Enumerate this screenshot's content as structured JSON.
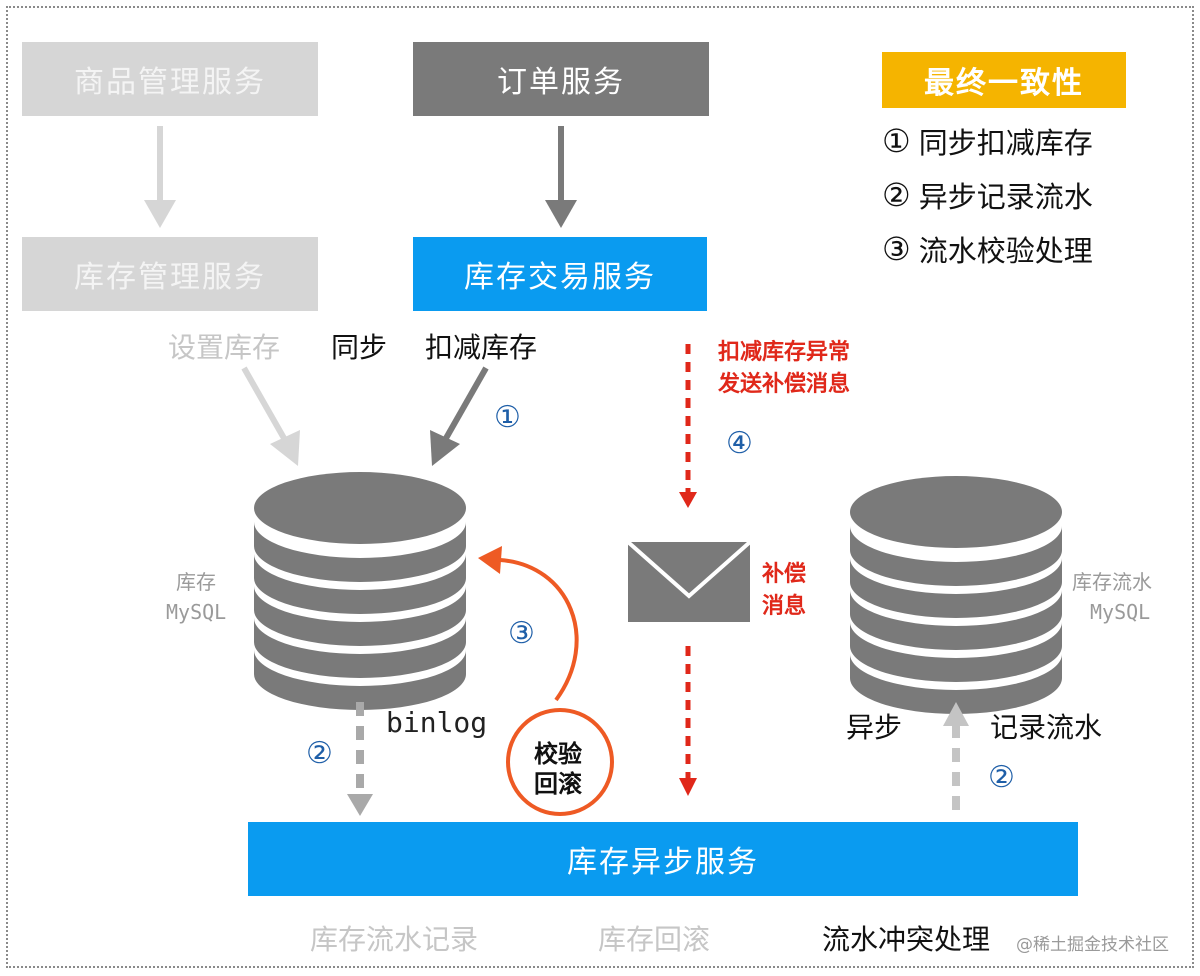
{
  "boxes": {
    "goods_mgmt": "商品管理服务",
    "order": "订单服务",
    "inv_mgmt": "库存管理服务",
    "inv_trade": "库存交易服务",
    "inv_async": "库存异步服务"
  },
  "legend": {
    "title": "最终一致性",
    "items": [
      {
        "num": "①",
        "text": "同步扣减库存"
      },
      {
        "num": "②",
        "text": "异步记录流水"
      },
      {
        "num": "③",
        "text": "流水校验处理"
      }
    ]
  },
  "labels": {
    "set_inventory": "设置库存",
    "sync": "同步",
    "deduct_inventory": "扣减库存",
    "deduct_exception_line1": "扣减库存异常",
    "deduct_exception_line2": "发送补偿消息",
    "step1": "①",
    "step2_left": "②",
    "step2_right": "②",
    "step3": "③",
    "step4": "④",
    "db_left_line1": "库存",
    "db_left_line2": "MySQL",
    "db_right_line1": "库存流水",
    "db_right_line2": "MySQL",
    "comp_msg_line1": "补偿",
    "comp_msg_line2": "消息",
    "binlog": "binlog",
    "verify_line1": "校验",
    "verify_line2": "回滚",
    "async": "异步",
    "record_flow": "记录流水",
    "bottom_flow_record": "库存流水记录",
    "bottom_rollback": "库存回滚",
    "bottom_conflict": "流水冲突处理",
    "watermark": "@稀土掘金技术社区"
  },
  "colors": {
    "blue": "#0a9bf0",
    "dark_gray": "#7a7a7a",
    "light_gray": "#d6d6d6",
    "gold": "#f5b400",
    "red": "#e0281a",
    "orange": "#ee5a24",
    "num_blue": "#1f5fa8"
  },
  "icons": {
    "message": "envelope-icon",
    "database": "database-cylinder-icon"
  }
}
